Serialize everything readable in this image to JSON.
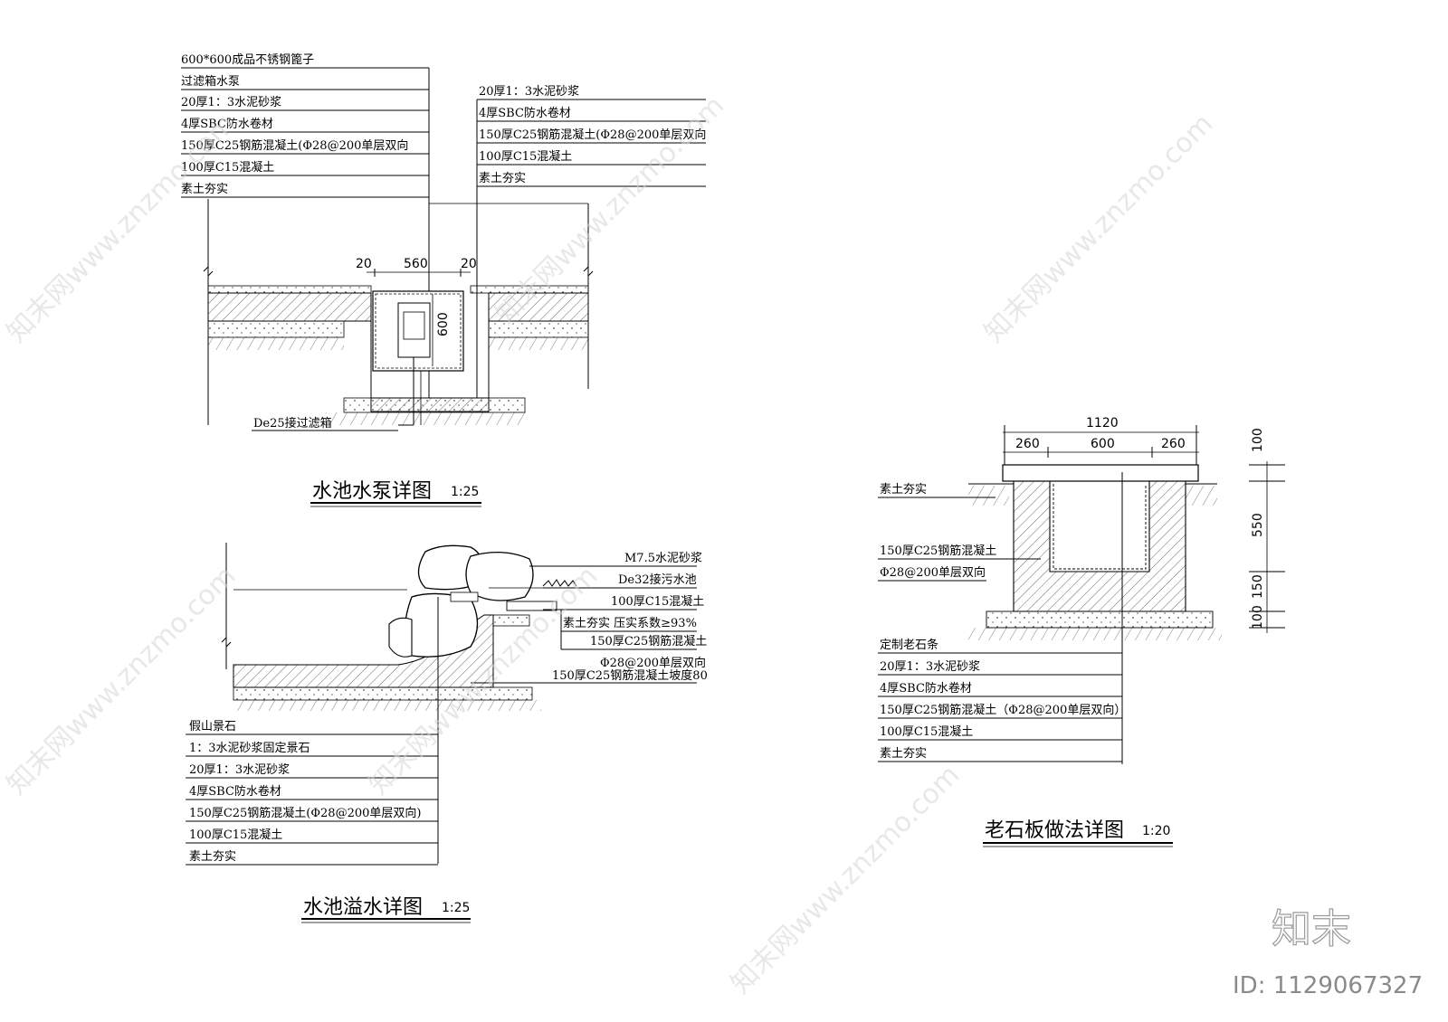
{
  "pump": {
    "layers": [
      "600*600成品不锈钢篦子",
      "过滤箱水泵",
      "20厚1：3水泥砂浆",
      "4厚SBC防水卷材",
      "150厚C25钢筋混凝土(Φ28@200单层双向",
      "100厚C15混凝土",
      "素土夯实"
    ],
    "layers_right": [
      "20厚1：3水泥砂浆",
      "4厚SBC防水卷材",
      "150厚C25钢筋混凝土(Φ28@200单层双向",
      "100厚C15混凝土",
      "素土夯实"
    ],
    "dims": [
      "20",
      "560",
      "20",
      "600"
    ],
    "pipe_label": "De25接过滤箱",
    "title": "水池水泵详图",
    "scale": "1:25"
  },
  "overflow": {
    "right_labels": [
      "M7.5水泥砂浆",
      "De32接污水池",
      "100厚C15混凝土",
      "素土夯实 压实系数≥93%",
      "150厚C25钢筋混凝土",
      "Φ28@200单层双向",
      "150厚C25钢筋混凝土坡度80"
    ],
    "layers": [
      "假山景石",
      "1：3水泥砂浆固定景石",
      "20厚1：3水泥砂浆",
      "4厚SBC防水卷材",
      "150厚C25钢筋混凝土(Φ28@200单层双向)",
      "100厚C15混凝土",
      "素土夯实"
    ],
    "title": "水池溢水详图",
    "scale": "1:25"
  },
  "slab": {
    "dims_top": [
      "1120",
      "260",
      "600",
      "260"
    ],
    "dims_side": [
      "100",
      "550",
      "150",
      "100"
    ],
    "side_labels": [
      "素土夯实",
      "150厚C25钢筋混凝土",
      "Φ28@200单层双向"
    ],
    "layers": [
      "定制老石条",
      "20厚1：3水泥砂浆",
      "4厚SBC防水卷材",
      "150厚C25钢筋混凝土（Φ28@200单层双向）",
      "100厚C15混凝土",
      "素土夯实"
    ],
    "title": "老石板做法详图",
    "scale": "1:20"
  },
  "brand": {
    "logo": "知末",
    "id": "ID: 1129067327",
    "watermark": "知末网www.znzmo.com"
  }
}
